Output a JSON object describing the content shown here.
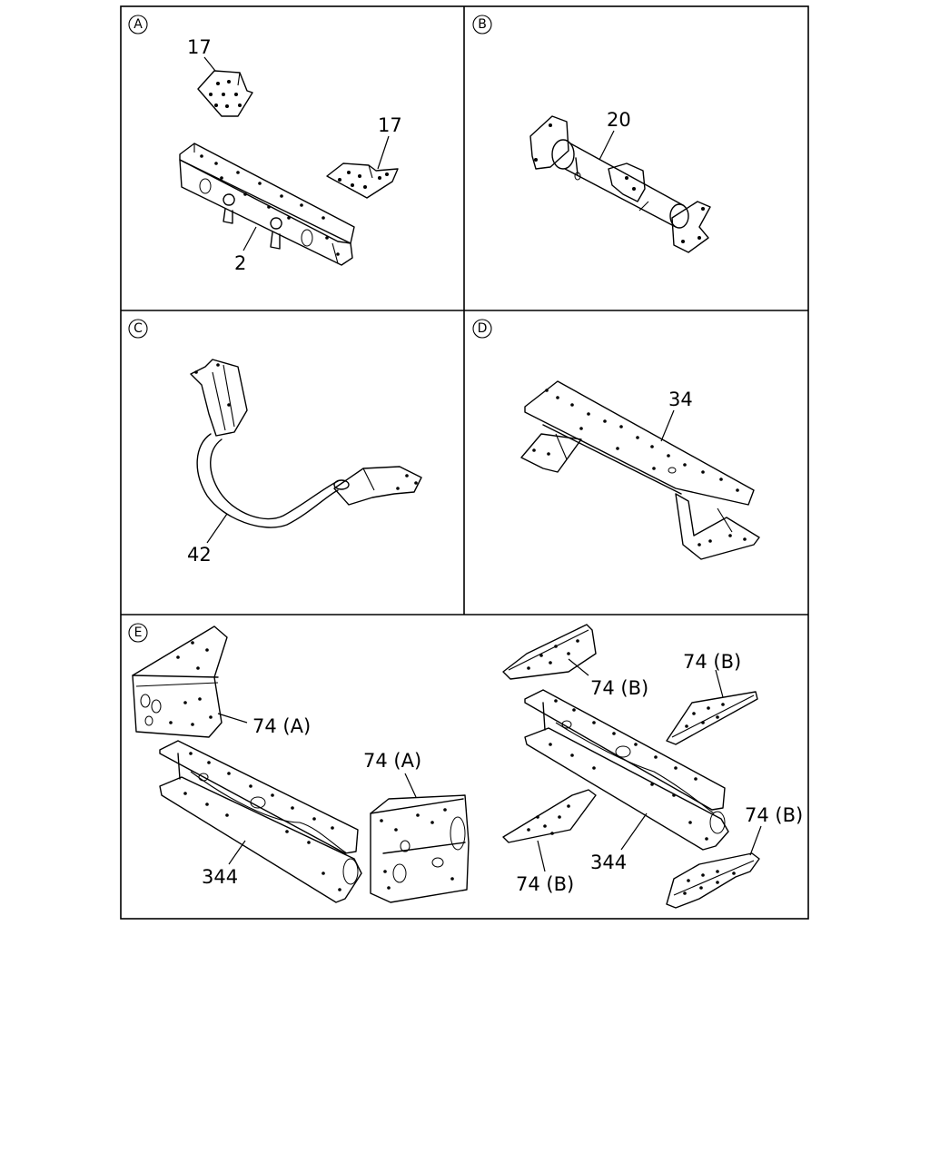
{
  "panels": [
    {
      "id": "A",
      "letter": "A",
      "callouts": [
        "17",
        "17",
        "2"
      ]
    },
    {
      "id": "B",
      "letter": "B",
      "callouts": [
        "20"
      ]
    },
    {
      "id": "C",
      "letter": "C",
      "callouts": [
        "42"
      ]
    },
    {
      "id": "D",
      "letter": "D",
      "callouts": [
        "34"
      ]
    },
    {
      "id": "E",
      "letter": "E",
      "callouts": [
        "74 (A)",
        "74 (A)",
        "344",
        "74 (B)",
        "74 (B)",
        "74 (B)",
        "74 (B)",
        "344"
      ]
    }
  ]
}
